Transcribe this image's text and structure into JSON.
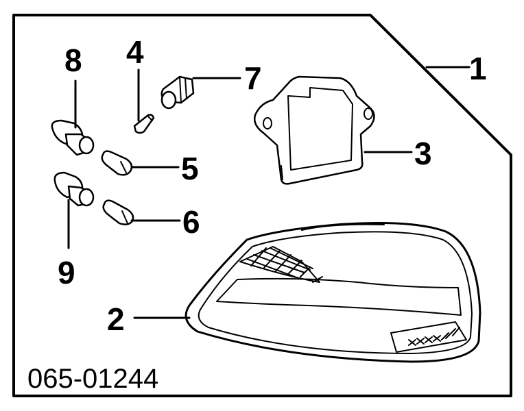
{
  "diagram": {
    "part_code": "065-01244",
    "callouts": [
      {
        "id": "1",
        "label": "1"
      },
      {
        "id": "2",
        "label": "2"
      },
      {
        "id": "3",
        "label": "3"
      },
      {
        "id": "4",
        "label": "4"
      },
      {
        "id": "5",
        "label": "5"
      },
      {
        "id": "6",
        "label": "6"
      },
      {
        "id": "7",
        "label": "7"
      },
      {
        "id": "8",
        "label": "8"
      },
      {
        "id": "9",
        "label": "9"
      }
    ]
  }
}
